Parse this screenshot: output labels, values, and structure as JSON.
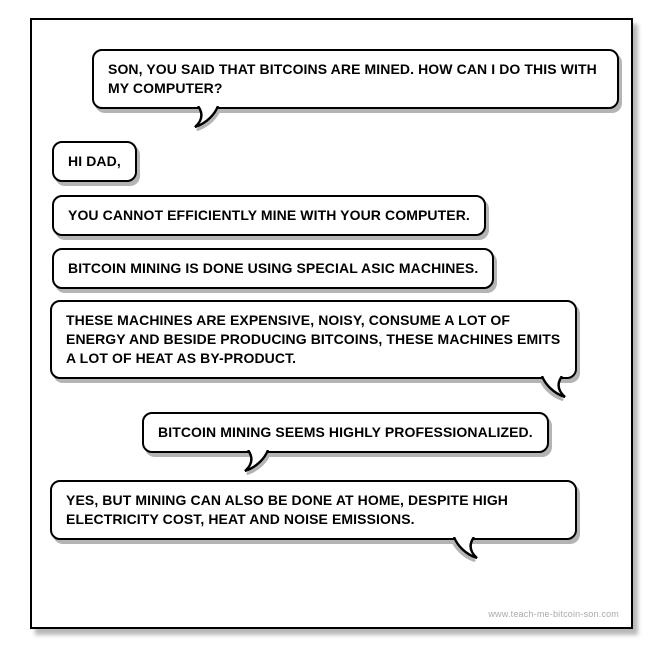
{
  "comic": {
    "footer_url": "www.teach-me-bitcoin-son.com",
    "colors": {
      "line": "#000000",
      "shadow": "#b4b4b4",
      "background": "#ffffff",
      "footer_text": "#aaaaaa"
    },
    "bubbles": [
      {
        "id": "dad-question",
        "text": "SON, YOU SAID THAT BITCOINS ARE MINED. HOW CAN I DO THIS WITH MY COMPUTER?"
      },
      {
        "id": "son-greeting",
        "text": "HI DAD,"
      },
      {
        "id": "son-answer-1",
        "text": "YOU CANNOT EFFICIENTLY MINE WITH YOUR COMPUTER."
      },
      {
        "id": "son-answer-2",
        "text": "BITCOIN MINING IS DONE USING SPECIAL ASIC MACHINES."
      },
      {
        "id": "son-answer-3",
        "text": "THESE MACHINES ARE EXPENSIVE, NOISY, CONSUME A LOT OF ENERGY AND BESIDE PRODUCING BITCOINS, THESE MACHINES EMITS A LOT OF HEAT AS BY-PRODUCT."
      },
      {
        "id": "dad-remark",
        "text": "BITCOIN MINING SEEMS HIGHLY PROFESSIONALIZED."
      },
      {
        "id": "son-answer-4",
        "text": "YES, BUT MINING CAN ALSO BE DONE AT HOME, DESPITE HIGH ELECTRICITY COST, HEAT AND NOISE EMISSIONS."
      }
    ]
  }
}
